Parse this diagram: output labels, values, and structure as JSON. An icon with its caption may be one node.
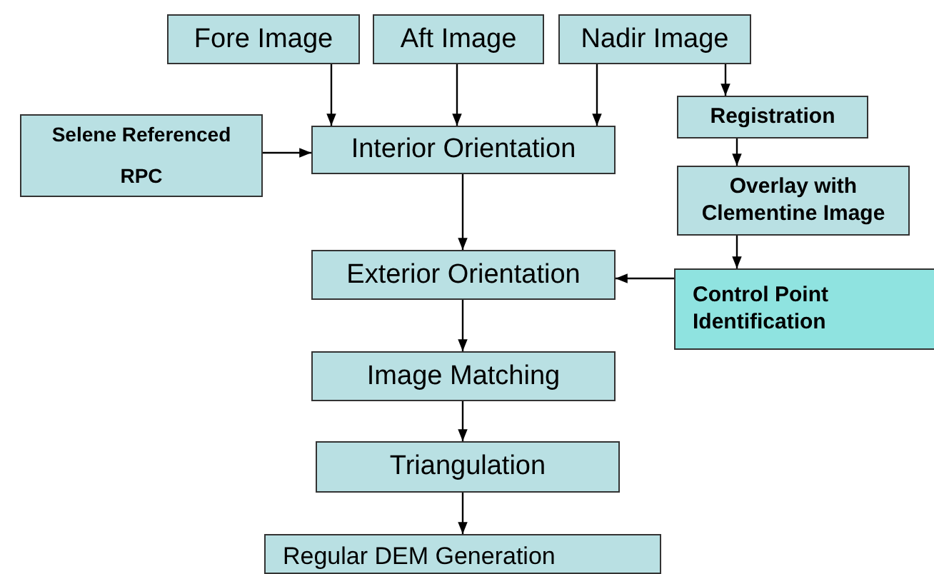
{
  "diagram": {
    "nodes": [
      {
        "text": [
          "Fore Image"
        ]
      },
      {
        "text": [
          "Aft Image"
        ]
      },
      {
        "text": [
          "Nadir Image"
        ]
      },
      {
        "text": [
          "Selene Referenced RPC"
        ]
      },
      {
        "text": [
          "Interior Orientation"
        ]
      },
      {
        "text": [
          "Registration"
        ]
      },
      {
        "text": [
          "Overlay with Clementine Image"
        ]
      },
      {
        "text": [
          "Exterior Orientation"
        ]
      },
      {
        "text": [
          "Control Point Identification"
        ]
      },
      {
        "text": [
          "Image Matching"
        ]
      },
      {
        "text": [
          "Triangulation"
        ]
      },
      {
        "text": [
          "Regular DEM Generation"
        ]
      }
    ],
    "edges": [
      {
        "from": 0,
        "to": 4,
        "arrow": "to"
      },
      {
        "from": 1,
        "to": 4,
        "arrow": "to"
      },
      {
        "from": 2,
        "to": 4,
        "arrow": "to"
      },
      {
        "from": 2,
        "to": 5,
        "arrow": "to"
      },
      {
        "from": 3,
        "to": 4,
        "arrow": "to"
      },
      {
        "from": 4,
        "to": 7,
        "arrow": "to"
      },
      {
        "from": 5,
        "to": 6,
        "arrow": "to"
      },
      {
        "from": 6,
        "to": 8,
        "arrow": "to"
      },
      {
        "from": 8,
        "to": 7,
        "arrow": "to"
      },
      {
        "from": 7,
        "to": 9,
        "arrow": "to"
      },
      {
        "from": 9,
        "to": 10,
        "arrow": "to"
      },
      {
        "from": 10,
        "to": 11,
        "arrow": "to"
      }
    ]
  }
}
